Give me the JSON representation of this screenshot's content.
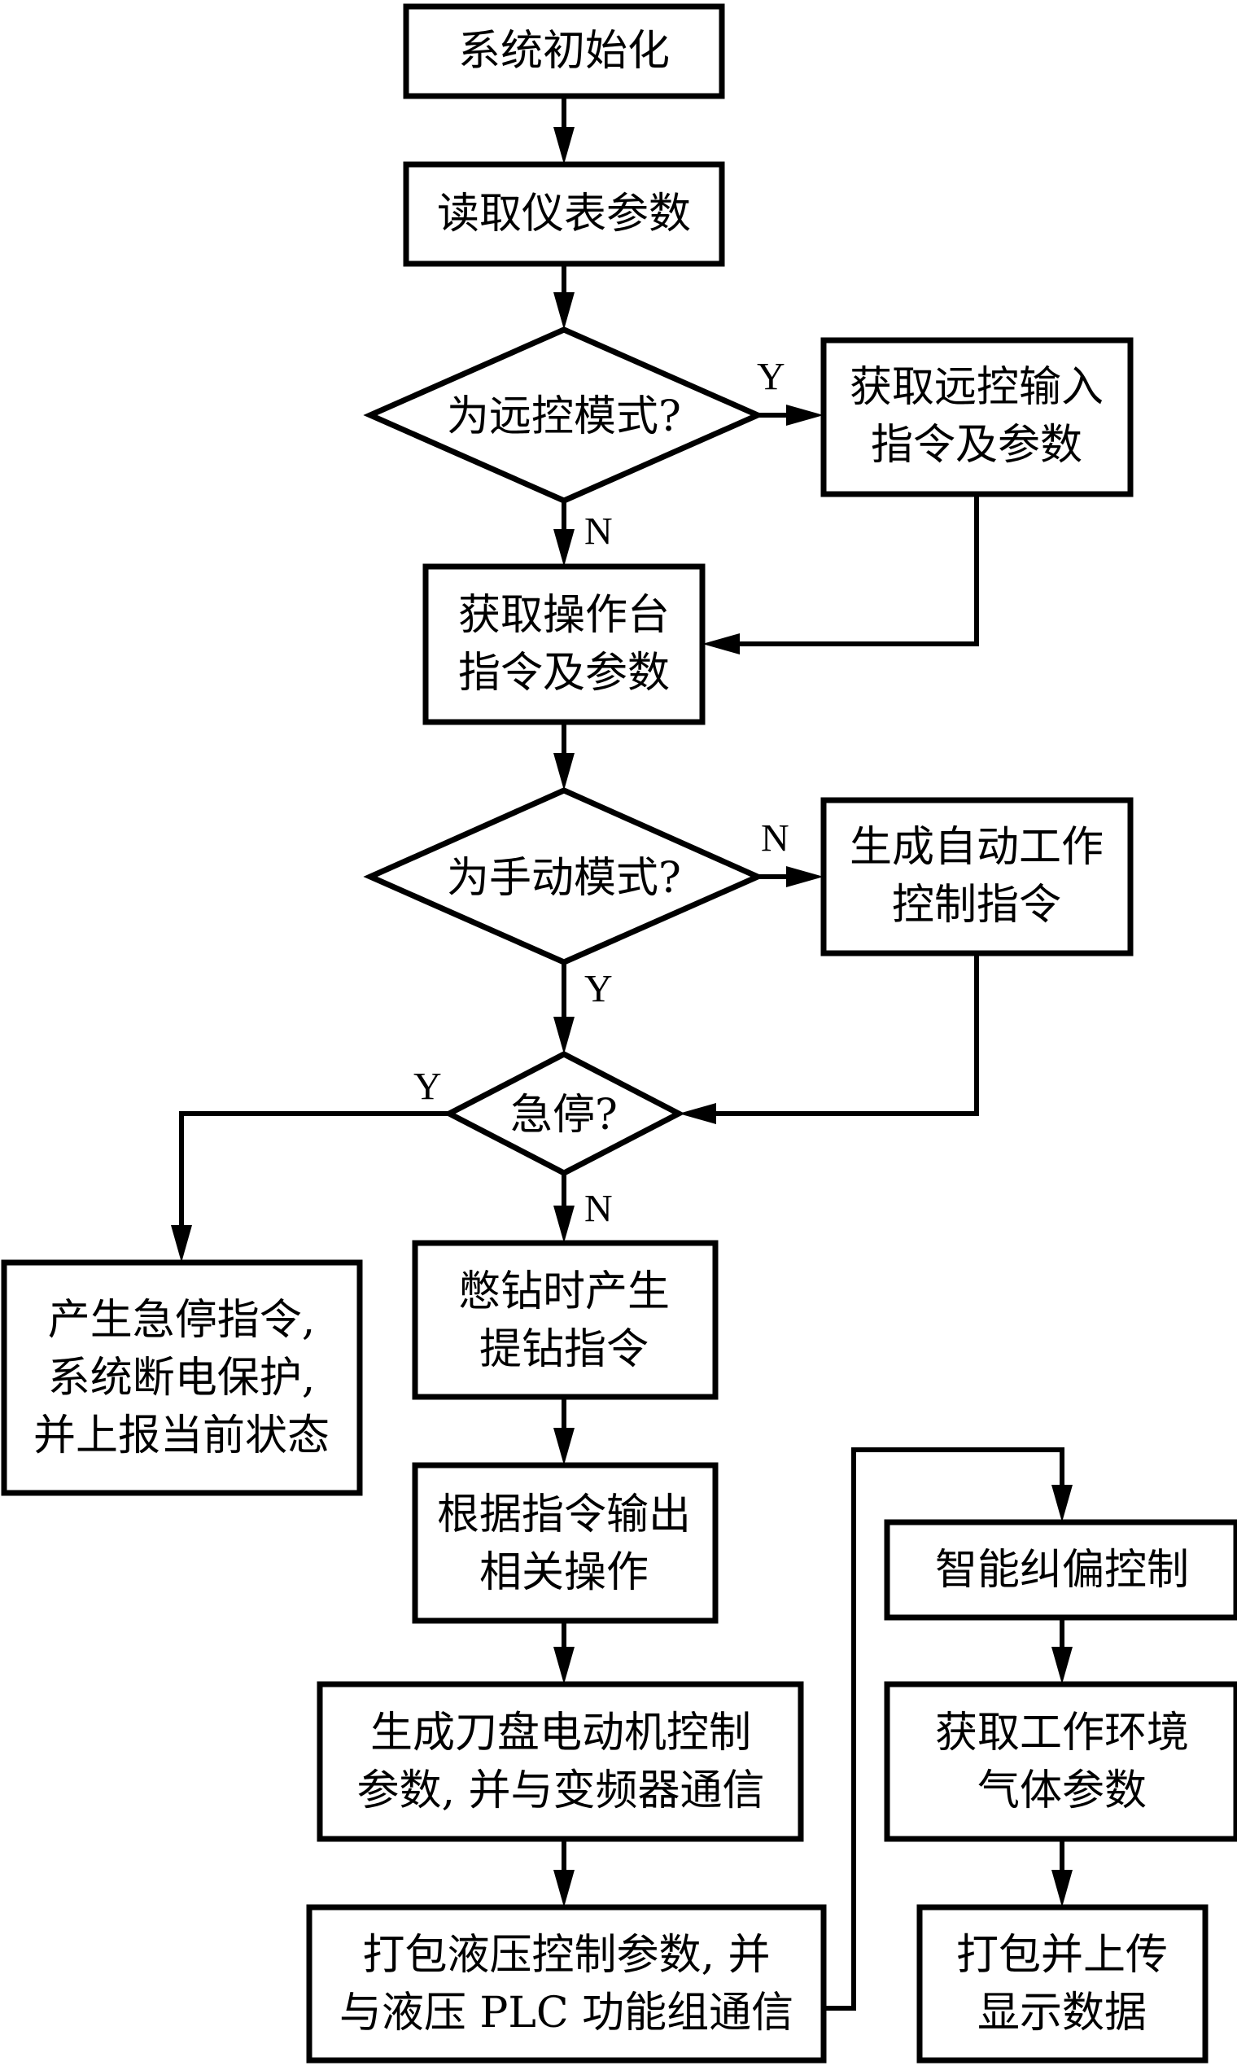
{
  "diagram": {
    "type": "flowchart",
    "nodes": {
      "init": {
        "kind": "process",
        "lines": [
          "系统初始化"
        ]
      },
      "read_params": {
        "kind": "process",
        "lines": [
          "读取仪表参数"
        ]
      },
      "is_remote": {
        "kind": "decision",
        "lines": [
          "为远控模式?"
        ]
      },
      "remote_input": {
        "kind": "process",
        "lines": [
          "获取远控输入",
          "指令及参数"
        ]
      },
      "console_input": {
        "kind": "process",
        "lines": [
          "获取操作台",
          "指令及参数"
        ]
      },
      "is_manual": {
        "kind": "decision",
        "lines": [
          "为手动模式?"
        ]
      },
      "auto_cmd": {
        "kind": "process",
        "lines": [
          "生成自动工作",
          "控制指令"
        ]
      },
      "estop": {
        "kind": "decision",
        "lines": [
          "急停?"
        ]
      },
      "estop_action": {
        "kind": "process",
        "lines": [
          "产生急停指令,",
          "系统断电保护,",
          "并上报当前状态"
        ]
      },
      "stall_lift": {
        "kind": "process",
        "lines": [
          "憋钻时产生",
          "提钻指令"
        ]
      },
      "output_ops": {
        "kind": "process",
        "lines": [
          "根据指令输出",
          "相关操作"
        ]
      },
      "motor_ctrl": {
        "kind": "process",
        "lines": [
          "生成刀盘电动机控制",
          "参数, 并与变频器通信"
        ]
      },
      "hydraulic": {
        "kind": "process",
        "lines": [
          "打包液压控制参数, 并",
          "与液压 PLC 功能组通信"
        ]
      },
      "deviation": {
        "kind": "process",
        "lines": [
          "智能纠偏控制"
        ]
      },
      "gas_params": {
        "kind": "process",
        "lines": [
          "获取工作环境",
          "气体参数"
        ]
      },
      "upload": {
        "kind": "process",
        "lines": [
          "打包并上传",
          "显示数据"
        ]
      }
    },
    "edge_labels": {
      "remote_yes": "Y",
      "remote_no": "N",
      "manual_no": "N",
      "manual_yes": "Y",
      "estop_yes": "Y",
      "estop_no": "N"
    },
    "edges": [
      [
        "init",
        "read_params",
        ""
      ],
      [
        "read_params",
        "is_remote",
        ""
      ],
      [
        "is_remote",
        "remote_input",
        "Y"
      ],
      [
        "is_remote",
        "console_input",
        "N"
      ],
      [
        "remote_input",
        "console_input",
        ""
      ],
      [
        "console_input",
        "is_manual",
        ""
      ],
      [
        "is_manual",
        "auto_cmd",
        "N"
      ],
      [
        "is_manual",
        "estop",
        "Y"
      ],
      [
        "auto_cmd",
        "estop",
        ""
      ],
      [
        "estop",
        "estop_action",
        "Y"
      ],
      [
        "estop",
        "stall_lift",
        "N"
      ],
      [
        "stall_lift",
        "output_ops",
        ""
      ],
      [
        "output_ops",
        "motor_ctrl",
        ""
      ],
      [
        "motor_ctrl",
        "hydraulic",
        ""
      ],
      [
        "hydraulic",
        "deviation",
        ""
      ],
      [
        "deviation",
        "gas_params",
        ""
      ],
      [
        "gas_params",
        "upload",
        ""
      ]
    ]
  }
}
